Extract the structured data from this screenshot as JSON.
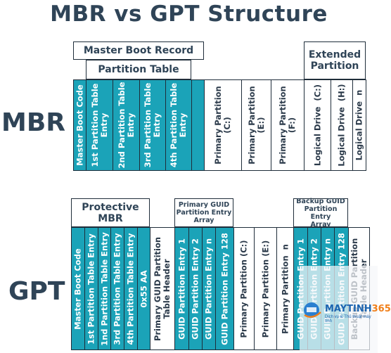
{
  "title": "MBR vs GPT Structure",
  "mbr": {
    "label": "MBR",
    "master_boot_record": "Master Boot Record",
    "partition_table": "Partition Table",
    "extended_partition": "Extended Partition",
    "cells": [
      {
        "text": "Master Boot Code",
        "style": "teal"
      },
      {
        "text": "1st Partition Table\nEntry",
        "style": "teal"
      },
      {
        "text": "2nd Partition Table\nEntry",
        "style": "teal"
      },
      {
        "text": "3rd Partition Table\nEntry",
        "style": "teal"
      },
      {
        "text": "4th Partition Table\nEntry",
        "style": "teal"
      },
      {
        "text": "",
        "style": "teal"
      },
      {
        "text": "Primary Partition\n(C:)",
        "style": "white"
      },
      {
        "text": "Primary Partition\n(E:)",
        "style": "white"
      },
      {
        "text": "Primary Partition\n(F:)",
        "style": "white"
      },
      {
        "text": "Logical Drive  (C:)",
        "style": "white"
      },
      {
        "text": "Logical Drive  (H:)",
        "style": "white"
      },
      {
        "text": "Logical Drive  n",
        "style": "white"
      }
    ]
  },
  "gpt": {
    "label": "GPT",
    "protective_mbr": "Protective MBR",
    "primary_guid_array": "Primary GUID\nPartition Entry\nArray",
    "backup_guid_array": "Backup GUID\nPartition Entry\nArray",
    "cells": [
      {
        "text": "Master Boot Code",
        "style": "teal"
      },
      {
        "text": "1st Partition Table Entry",
        "style": "teal"
      },
      {
        "text": "1nd Partition Table Entry",
        "style": "teal"
      },
      {
        "text": "3rd Partition Table Entry",
        "style": "teal"
      },
      {
        "text": "4th Partition Table Entry",
        "style": "teal"
      },
      {
        "text": "0x55 AA",
        "style": "teal"
      },
      {
        "text": "Primary GUID Partition\nTable Header",
        "style": "white"
      },
      {
        "text": "GUID Partition Entry 1",
        "style": "teal"
      },
      {
        "text": "GUID Partition Entry 2",
        "style": "teal"
      },
      {
        "text": "GUID Partition Entry n",
        "style": "teal"
      },
      {
        "text": "GUID Partition Entry 128",
        "style": "teal"
      },
      {
        "text": "Primary Partition (C:)",
        "style": "white"
      },
      {
        "text": "Primary Partition (E:)",
        "style": "white"
      },
      {
        "text": "Primary Partition  n",
        "style": "white"
      },
      {
        "text": "GUID Partition Entry 1",
        "style": "teal"
      },
      {
        "text": "GUID Partition Entry 2",
        "style": "teal"
      },
      {
        "text": "GUID Partition Entry n",
        "style": "teal"
      },
      {
        "text": "GUID Partition Entry 128",
        "style": "teal"
      },
      {
        "text": "Backup GUID Partition\nTable Header",
        "style": "white"
      }
    ]
  },
  "watermark": {
    "brand_main": "MAYTINH",
    "brand_num": "365",
    "sub": "Dịch vụ & Thủ thuật máy tính"
  },
  "colors": {
    "teal": "#1ba3b8",
    "ink": "#2f4457",
    "border": "#1f2d3a"
  }
}
